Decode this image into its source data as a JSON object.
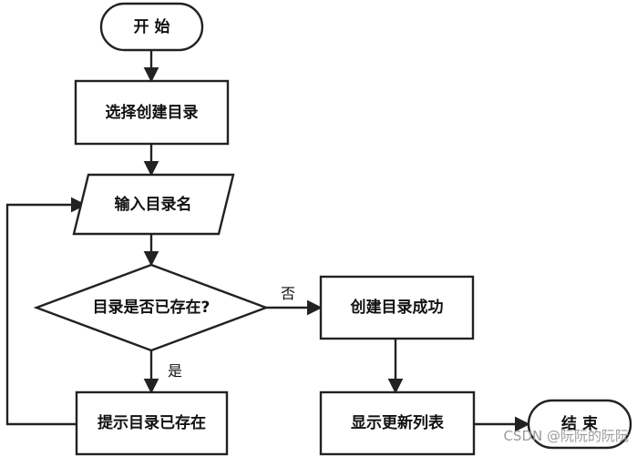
{
  "nodes": {
    "start": "开 始",
    "select_dir": "选择创建目录",
    "input_name": "输入目录名",
    "check_exists": "目录是否已存在?",
    "create_success": "创建目录成功",
    "prompt_exists": "提示目录已存在",
    "show_refresh": "显示更新列表",
    "end": "结 束"
  },
  "edges": {
    "no": "否",
    "yes": "是"
  },
  "watermark": "CSDN @阮阮的阮阮",
  "colors": {
    "stroke": "#222222",
    "fill": "#ffffff",
    "text": "#111111",
    "watermark": "#9a9a9a"
  }
}
